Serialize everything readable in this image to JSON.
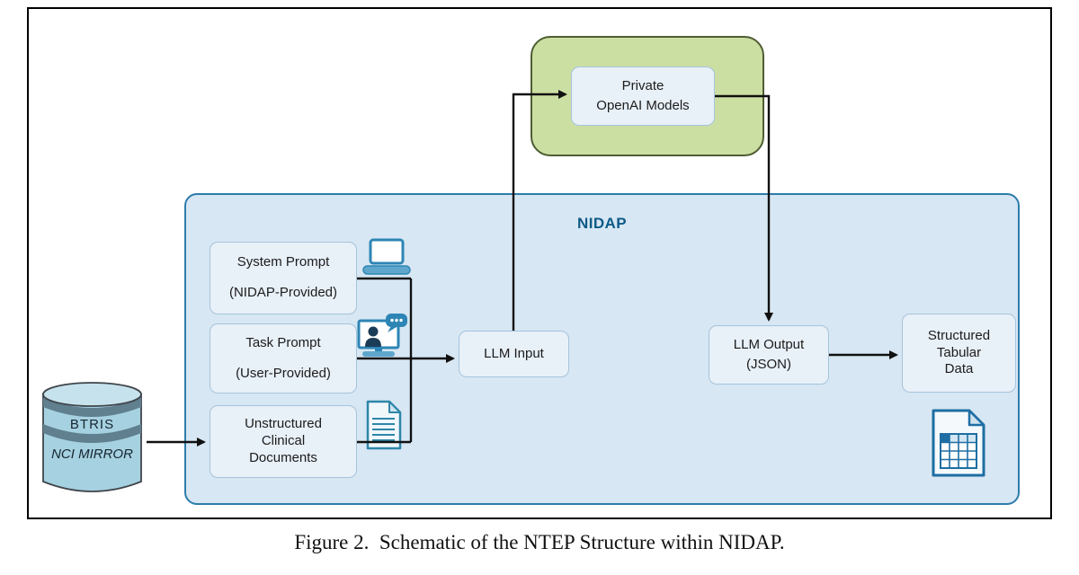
{
  "caption": "Figure 2.  Schematic of the NTEP Structure within NIDAP.",
  "nidap_label": "NIDAP",
  "private_models": {
    "line1": "Private",
    "line2": "OpenAI Models"
  },
  "system_prompt": {
    "line1": "System Prompt",
    "line2": "(NIDAP-Provided)"
  },
  "task_prompt": {
    "line1": "Task Prompt",
    "line2": "(User-Provided)"
  },
  "unstructured_docs": {
    "line1": "Unstructured",
    "line2": "Clinical",
    "line3": "Documents"
  },
  "llm_input": {
    "label": "LLM Input"
  },
  "llm_output": {
    "line1": "LLM Output",
    "line2": "(JSON)"
  },
  "structured_data": {
    "line1": "Structured",
    "line2": "Tabular",
    "line3": "Data"
  },
  "database": {
    "label_top": "BTRIS",
    "label_bottom": "NCI MIRROR"
  },
  "colors": {
    "nidap_fill": "#d7e7f3",
    "nidap_border": "#2e7cab",
    "node_fill": "#e8f0f8",
    "node_border": "#a6c4dc",
    "green_fill": "#ccdfa3",
    "green_border": "#4e5d33",
    "icon_blue": "#2d85b5",
    "icon_dark_blue": "#1e6ea3",
    "database_fill": "#a6d1e1",
    "database_band": "#607f8f",
    "arrow": "#111111"
  },
  "icons": {
    "laptop": "laptop-icon",
    "video_call": "video-call-icon",
    "document": "document-icon",
    "database": "database-icon",
    "spreadsheet": "spreadsheet-icon"
  }
}
